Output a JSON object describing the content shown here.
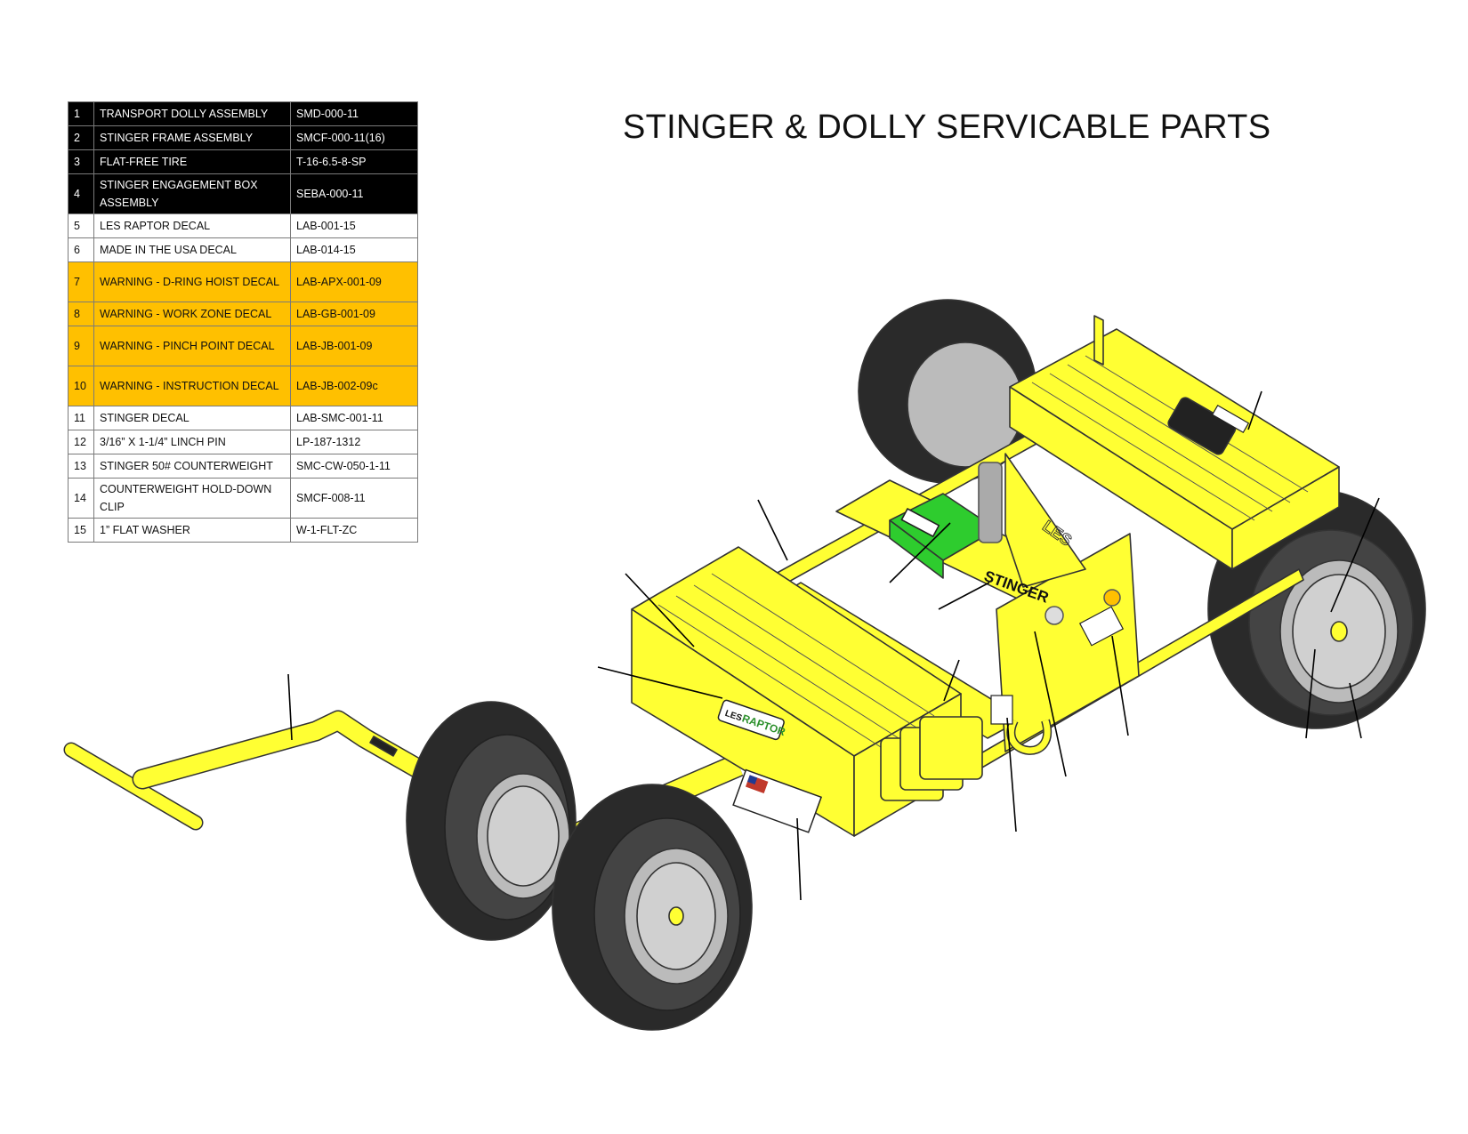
{
  "title": "STINGER & DOLLY SERVICABLE PARTS",
  "parts": [
    {
      "num": "1",
      "name": "TRANSPORT DOLLY ASSEMBLY",
      "pn": "SMD-000-11",
      "style": "black"
    },
    {
      "num": "2",
      "name": "STINGER FRAME ASSEMBLY",
      "pn": "SMCF-000-11(16)",
      "style": "black"
    },
    {
      "num": "3",
      "name": "FLAT-FREE TIRE",
      "pn": "T-16-6.5-8-SP",
      "style": "black"
    },
    {
      "num": "4",
      "name": "STINGER ENGAGEMENT BOX ASSEMBLY",
      "pn": "SEBA-000-11",
      "style": "black"
    },
    {
      "num": "5",
      "name": "LES RAPTOR DECAL",
      "pn": "LAB-001-15",
      "style": "white"
    },
    {
      "num": "6",
      "name": "MADE IN THE USA DECAL",
      "pn": "LAB-014-15",
      "style": "white"
    },
    {
      "num": "7",
      "name": "WARNING - D-RING HOIST DECAL",
      "pn": "LAB-APX-001-09",
      "style": "orange"
    },
    {
      "num": "8",
      "name": "WARNING - WORK ZONE DECAL",
      "pn": "LAB-GB-001-09",
      "style": "orange"
    },
    {
      "num": "9",
      "name": "WARNING - PINCH POINT DECAL",
      "pn": "LAB-JB-001-09",
      "style": "orange"
    },
    {
      "num": "10",
      "name": "WARNING - INSTRUCTION DECAL",
      "pn": "LAB-JB-002-09c",
      "style": "orange"
    },
    {
      "num": "11",
      "name": "STINGER DECAL",
      "pn": "LAB-SMC-001-11",
      "style": "white"
    },
    {
      "num": "12",
      "name": "3/16” X 1-1/4” LINCH PIN",
      "pn": "LP-187-1312",
      "style": "white"
    },
    {
      "num": "13",
      "name": "STINGER 50# COUNTERWEIGHT",
      "pn": "SMC-CW-050-1-11",
      "style": "white"
    },
    {
      "num": "14",
      "name": "COUNTERWEIGHT HOLD-DOWN CLIP",
      "pn": "SMCF-008-11",
      "style": "white"
    },
    {
      "num": "15",
      "name": "1” FLAT WASHER",
      "pn": "W-1-FLT-ZC",
      "style": "white"
    }
  ],
  "decals": {
    "les": "LES",
    "raptor": "RAPTOR",
    "stinger": "STINGER",
    "side_les": "LES"
  },
  "colors": {
    "frame_yellow": "#ffff33",
    "box_green": "#2ecc2e",
    "tire_black": "#2a2a2a",
    "warning_orange": "#ffc000"
  }
}
